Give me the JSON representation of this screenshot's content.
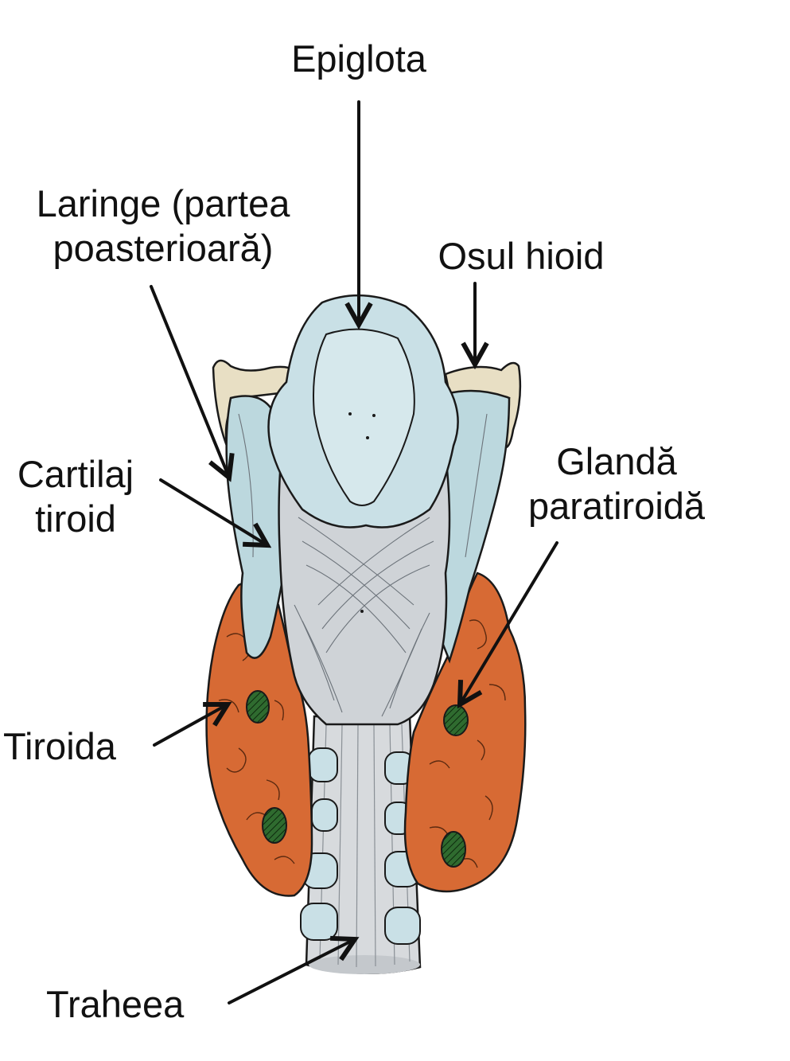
{
  "labels": {
    "epiglottis": "Epiglota",
    "larynx_line1": "Laringe (partea",
    "larynx_line2": "poasterioară)",
    "hyoid": "Osul hioid",
    "thyroid_cartilage_line1": "Cartilaj",
    "thyroid_cartilage_line2": "tiroid",
    "parathyroid_line1": "Glandă",
    "parathyroid_line2": "paratiroidă",
    "thyroid": "Tiroida",
    "trachea": "Traheea"
  },
  "colors": {
    "outline": "#1a1a1a",
    "epiglottis_fill": "#c9e0e6",
    "cartilage_fill": "#bcd8de",
    "hyoid_fill": "#e8dfc4",
    "muscle_fill": "#cfd3d7",
    "thyroid_fill": "#d76a34",
    "parathyroid_fill": "#2f6b2f",
    "trachea_fill": "#d7dadd",
    "arrow": "#111111"
  }
}
